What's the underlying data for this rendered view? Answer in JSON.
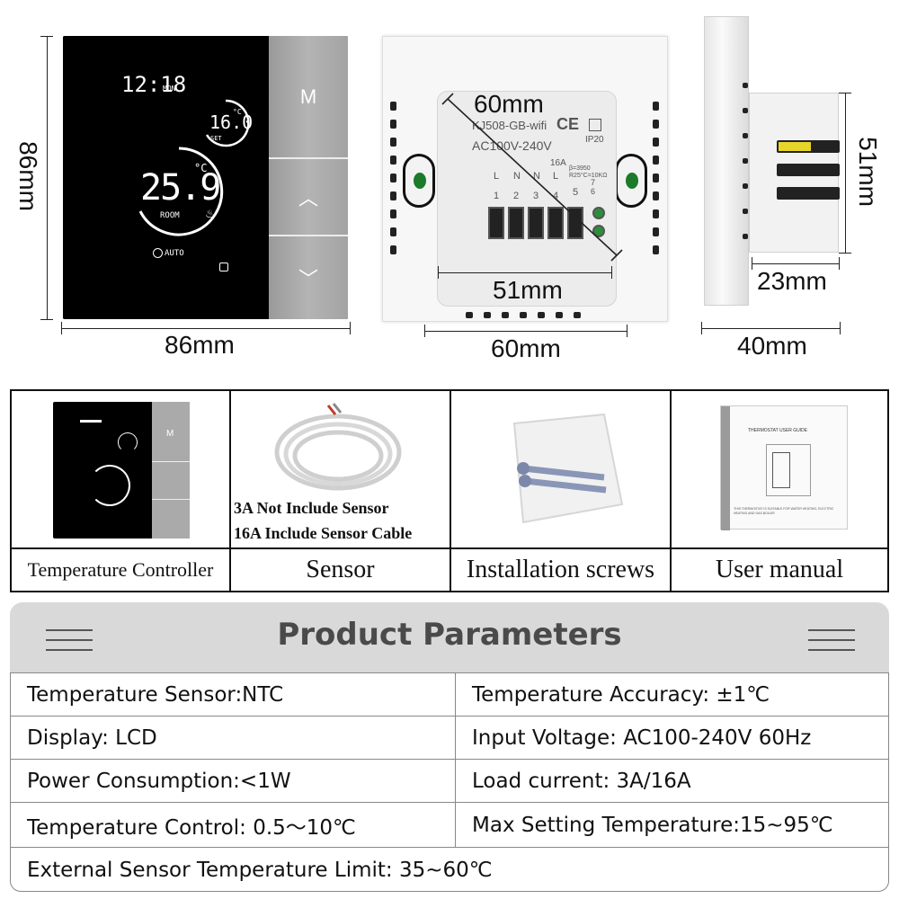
{
  "dimensions": {
    "front_height": "86mm",
    "front_width": "86mm",
    "back_diagonal": "60mm",
    "back_inner_width": "51mm",
    "back_width": "60mm",
    "side_height": "51mm",
    "side_depth": "23mm",
    "side_width": "40mm"
  },
  "display": {
    "time": "12:18",
    "day": "MON",
    "set_temp": "16.0",
    "set_label": "SET",
    "unit": "°C",
    "room_temp": "25.9",
    "room_label": "ROOM",
    "mode": "AUTO",
    "menu_key": "M",
    "up_key": "^",
    "down_key": "v"
  },
  "back_label": {
    "model": "KJ508-GB-wifi",
    "ce": "CE",
    "ip": "IP20",
    "voltage": "AC100V-240V",
    "current": "16A",
    "terminals": [
      "L",
      "N",
      "N",
      "L",
      "5"
    ],
    "numbers": [
      "1",
      "2",
      "3",
      "4"
    ],
    "extra_marks": [
      "7",
      "6"
    ],
    "beta": "β=3950",
    "r25": "R25°C=10KΩ"
  },
  "package": {
    "items": [
      {
        "caption": "Temperature Controller"
      },
      {
        "caption": "Sensor"
      },
      {
        "caption": "Installation screws"
      },
      {
        "caption": "User manual"
      }
    ],
    "sensor_note_1": "3A Not Include Sensor",
    "sensor_note_2": "16A Include Sensor Cable",
    "manual_title": "THERMOSTAT USER GUIDE",
    "manual_footer": "THIS THERMOSTAT IS SUITABLE FOR WATER HEATING, ELECTRIC HEATING AND GAS BOILER"
  },
  "parameters": {
    "title": "Product Parameters",
    "rows": [
      {
        "left": "Temperature Sensor:NTC",
        "right": "Temperature Accuracy: ±1℃"
      },
      {
        "left": "Display: LCD",
        "right": "Input Voltage: AC100-240V 60Hz"
      },
      {
        "left": "Power Consumption:<1W",
        "right": "Load current: 3A/16A"
      },
      {
        "left": "Temperature Control: 0.5～10℃",
        "right": "Max Setting Temperature:15~95℃"
      },
      {
        "left": "External Sensor Temperature Limit: 35~60℃",
        "right": ""
      }
    ]
  }
}
